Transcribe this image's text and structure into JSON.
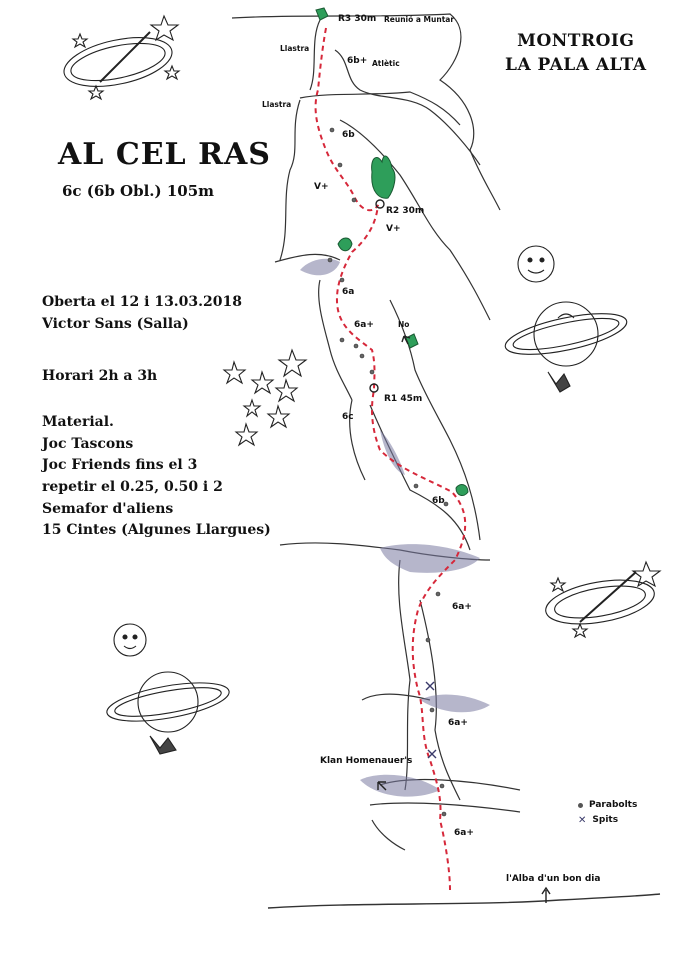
{
  "header": {
    "line1": "MONTROIG",
    "line2": "LA PALA ALTA"
  },
  "route": {
    "name": "AL CEL RAS",
    "grade": "6c (6b Obl.) 105m"
  },
  "info": {
    "opened": "Oberta el 12 i 13.03.2018",
    "author": "Victor Sans (Salla)",
    "schedule": "Horari 2h a 3h",
    "material_title": "Material.",
    "material_items": [
      "Joc Tascons",
      "Joc Friends fins el 3",
      "repetir el 0.25, 0.50 i 2",
      "Semafor d'aliens",
      "15 Cintes (Algunes Llargues)"
    ]
  },
  "topo_labels": {
    "r3": "R3 30m",
    "r3_note": "Reunió a Muntar",
    "llastra_top": "Llastra",
    "pitch_6b_plus": "6b+",
    "atletic": "Atlètic",
    "llastra_2": "Llastra",
    "pitch_6b_a": "6b",
    "v_plus_1": "V+",
    "r2": "R2 30m",
    "v_plus_2": "V+",
    "pitch_6a_1": "6a",
    "pitch_6a_plus_1": "6a+",
    "no": "No",
    "r1": "R1 45m",
    "pitch_6c": "6c",
    "pitch_6b_b": "6b",
    "pitch_6a_plus_2": "6a+",
    "pitch_6a_plus_3": "6a+",
    "klan": "Klan Homenauer's",
    "pitch_6a_plus_4": "6a+",
    "start": "l'Alba d'un bon dia"
  },
  "legend": {
    "parabolts": "Parabolts",
    "spits": "Spits"
  },
  "colors": {
    "route_line": "#d6283a",
    "vegetation": "#2e9e5a",
    "ink": "#222222",
    "rock_shade": "#6a6a90"
  }
}
